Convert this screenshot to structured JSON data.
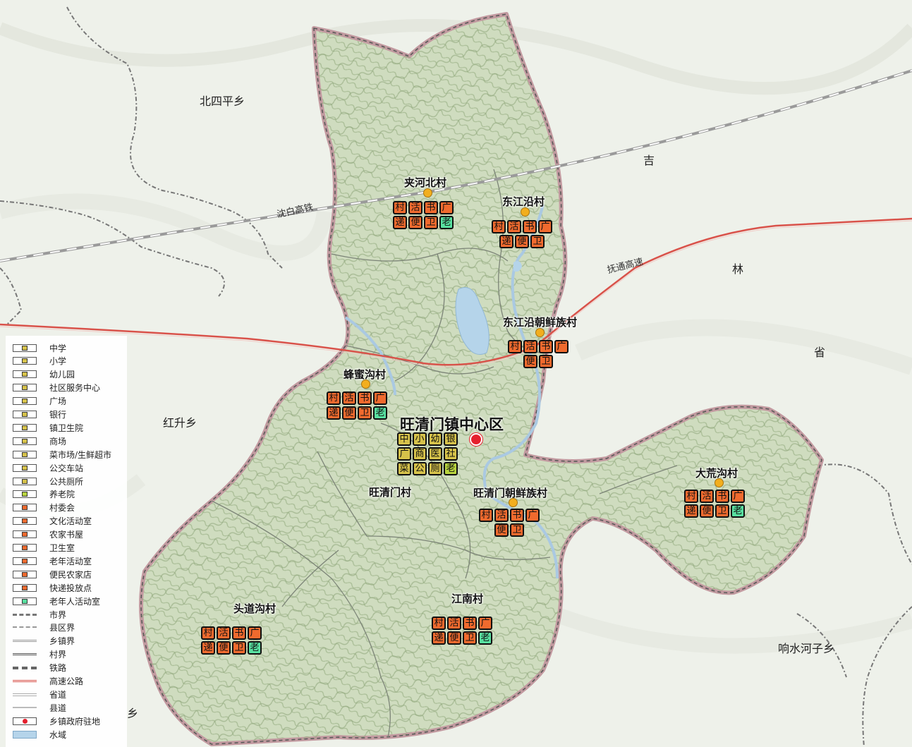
{
  "map": {
    "center_name": "旺清门镇中心区",
    "center_facilities": [
      [
        "中",
        "小",
        "幼",
        "银"
      ],
      [
        "广",
        "商",
        "医",
        "社"
      ],
      [
        "菜",
        "公",
        "厕",
        "老"
      ]
    ],
    "region_labels": [
      {
        "id": "beisiping",
        "text": "北四平乡"
      },
      {
        "id": "hongsheng",
        "text": "红升乡"
      },
      {
        "id": "xiangshuihezi",
        "text": "响水河子乡"
      },
      {
        "id": "ji",
        "text": "吉"
      },
      {
        "id": "lin",
        "text": "林"
      },
      {
        "id": "sheng",
        "text": "省"
      },
      {
        "id": "xiang_cut",
        "text": "乡"
      }
    ],
    "road_labels": [
      {
        "id": "shenbai",
        "text": "沈白高铁"
      },
      {
        "id": "futong",
        "text": "抚通高速"
      }
    ],
    "villages": [
      {
        "id": "jiahebei",
        "name": "夹河北村",
        "rows": [
          [
            "村",
            "活",
            "书",
            "广"
          ],
          [
            "递",
            "便",
            "卫",
            "老"
          ]
        ]
      },
      {
        "id": "dongjiangyan",
        "name": "东江沿村",
        "rows": [
          [
            "村",
            "活",
            "书",
            "广"
          ],
          [
            "递",
            "便",
            "卫"
          ]
        ]
      },
      {
        "id": "dongjiangyan_chaoxian",
        "name": "东江沿朝鲜族村",
        "rows": [
          [
            "村",
            "活",
            "书",
            "广"
          ],
          [
            "便",
            "卫"
          ]
        ]
      },
      {
        "id": "fengmigou",
        "name": "蜂蜜沟村",
        "rows": [
          [
            "村",
            "活",
            "书",
            "广"
          ],
          [
            "递",
            "便",
            "卫",
            "老"
          ]
        ]
      },
      {
        "id": "wangqingmen",
        "name": "旺清门村",
        "rows": []
      },
      {
        "id": "wangqingmen_chaoxian",
        "name": "旺清门朝鲜族村",
        "rows": [
          [
            "村",
            "活",
            "书",
            "广"
          ],
          [
            "便",
            "卫"
          ]
        ]
      },
      {
        "id": "dahuanggou",
        "name": "大荒沟村",
        "rows": [
          [
            "村",
            "活",
            "书",
            "广"
          ],
          [
            "递",
            "便",
            "卫",
            "老"
          ]
        ]
      },
      {
        "id": "toudaogou",
        "name": "头道沟村",
        "rows": [
          [
            "村",
            "活",
            "书",
            "广"
          ],
          [
            "递",
            "便",
            "卫",
            "老"
          ]
        ]
      },
      {
        "id": "jiangnan",
        "name": "江南村",
        "rows": [
          [
            "村",
            "活",
            "书",
            "广"
          ],
          [
            "递",
            "便",
            "卫",
            "老"
          ]
        ]
      }
    ],
    "colors": {
      "village_facility": "#f06a2e",
      "elderly_facility": "#58e0a0",
      "town_facility": "#d6c24a",
      "gov_seat": "#e5202d",
      "water": "#b5d4ea",
      "highway": "#d9524a"
    }
  },
  "legend": {
    "items": [
      {
        "label": "中学",
        "symbol": "中"
      },
      {
        "label": "小学",
        "symbol": "小"
      },
      {
        "label": "幼儿园",
        "symbol": "幼"
      },
      {
        "label": "社区服务中心",
        "symbol": "社"
      },
      {
        "label": "广场",
        "symbol": "广"
      },
      {
        "label": "银行",
        "symbol": "银"
      },
      {
        "label": "镇卫生院",
        "symbol": "医"
      },
      {
        "label": "商场",
        "symbol": "商"
      },
      {
        "label": "菜市场/生鲜超市",
        "symbol": "菜"
      },
      {
        "label": "公交车站",
        "symbol": "公"
      },
      {
        "label": "公共厕所",
        "symbol": "厕"
      },
      {
        "label": "养老院",
        "symbol": "老"
      },
      {
        "label": "村委会",
        "symbol": "村"
      },
      {
        "label": "文化活动室",
        "symbol": "活"
      },
      {
        "label": "农家书屋",
        "symbol": "书"
      },
      {
        "label": "卫生室",
        "symbol": "卫"
      },
      {
        "label": "老年活动室",
        "symbol": "老"
      },
      {
        "label": "便民农家店",
        "symbol": "便"
      },
      {
        "label": "快递投放点",
        "symbol": "递"
      },
      {
        "label": "老年人活动室",
        "symbol": "老"
      },
      {
        "label": "市界",
        "symbol": "line-city"
      },
      {
        "label": "县区界",
        "symbol": "line-county"
      },
      {
        "label": "乡镇界",
        "symbol": "line-town"
      },
      {
        "label": "村界",
        "symbol": "line-village"
      },
      {
        "label": "铁路",
        "symbol": "line-rail"
      },
      {
        "label": "高速公路",
        "symbol": "line-highway"
      },
      {
        "label": "省道",
        "symbol": "line-provincial"
      },
      {
        "label": "县道",
        "symbol": "line-countyroad"
      },
      {
        "label": "乡镇政府驻地",
        "symbol": "gov-dot"
      },
      {
        "label": "水域",
        "symbol": "water"
      }
    ]
  }
}
